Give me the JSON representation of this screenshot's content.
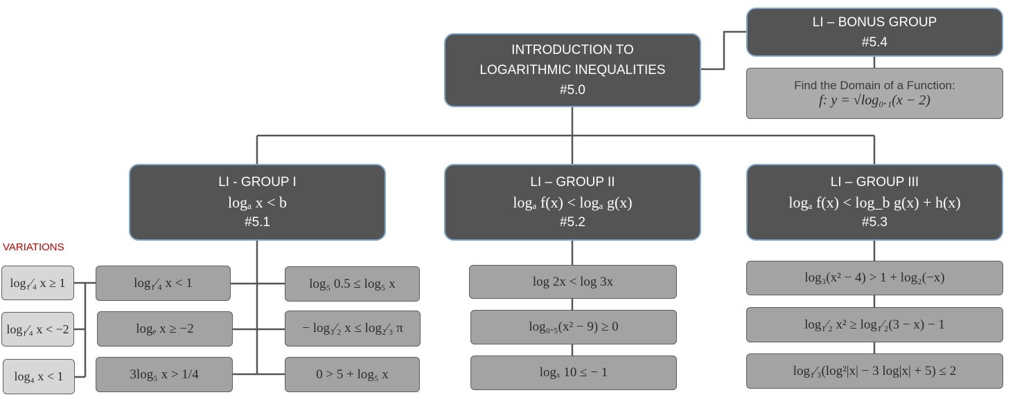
{
  "root": {
    "line1": "INTRODUCTION TO",
    "line2": "LOGARITHMIC INEQUALITIES",
    "code": "#5.0"
  },
  "bonus": {
    "title": "LI – BONUS GROUP",
    "code": "#5.4",
    "task": "Find the Domain of a Function:",
    "formula": "f: y = √log₀.₁(x − 2)"
  },
  "groups": [
    {
      "title": "LI - GROUP I",
      "formula": "logₐ x < b",
      "code": "#5.1"
    },
    {
      "title": "LI – GROUP II",
      "formula": "logₐ f(x) < logₐ g(x)",
      "code": "#5.2"
    },
    {
      "title": "LI – GROUP III",
      "formula": "logₐ f(x) < log_b g(x) + h(x)",
      "code": "#5.3"
    }
  ],
  "variations_label": "VARIATIONS",
  "variations": [
    "log₁⁄₄ x ≥ 1",
    "log₁⁄₄ x < −2",
    "log₄ x < 1"
  ],
  "group1_left": [
    "log₁⁄₄ x < 1",
    "logₑ x ≥ −2",
    "3log₅ x > 1/4"
  ],
  "group1_right": [
    "log₅ 0.5 ≤ log₅ x",
    "− log₃⁄₂ x ≤ log₂⁄₃ π",
    "0 > 5 + log₅ x"
  ],
  "group2_items": [
    "log 2x < log 3x",
    "log₀.₅(x² − 9) ≥ 0",
    "logₓ 10 ≤ − 1"
  ],
  "group3_items": [
    "log₃(x² − 4) > 1 + log₂(−x)",
    "log₁⁄₂ x² ≥ log₁⁄₂(3 − x) − 1",
    "log₁⁄₃(log²|x| − 3 log|x| + 5) ≤ 2"
  ],
  "colors": {
    "dark_box": "#545454",
    "dark_border": "#7fa6c9",
    "mid_box": "#a3a3a3",
    "light_box": "#d7d7d7",
    "connector": "#555555",
    "label_red": "#c00000"
  }
}
